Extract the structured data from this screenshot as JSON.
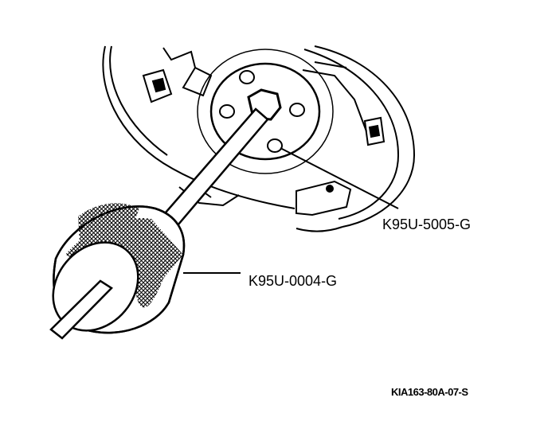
{
  "callouts": {
    "hub_bolt_tool": "K95U-5005-G",
    "slide_hammer": "K95U-0004-G"
  },
  "figure_code": "KIA163-80A-07-S",
  "colors": {
    "ink": "#000000",
    "paper": "#ffffff"
  }
}
